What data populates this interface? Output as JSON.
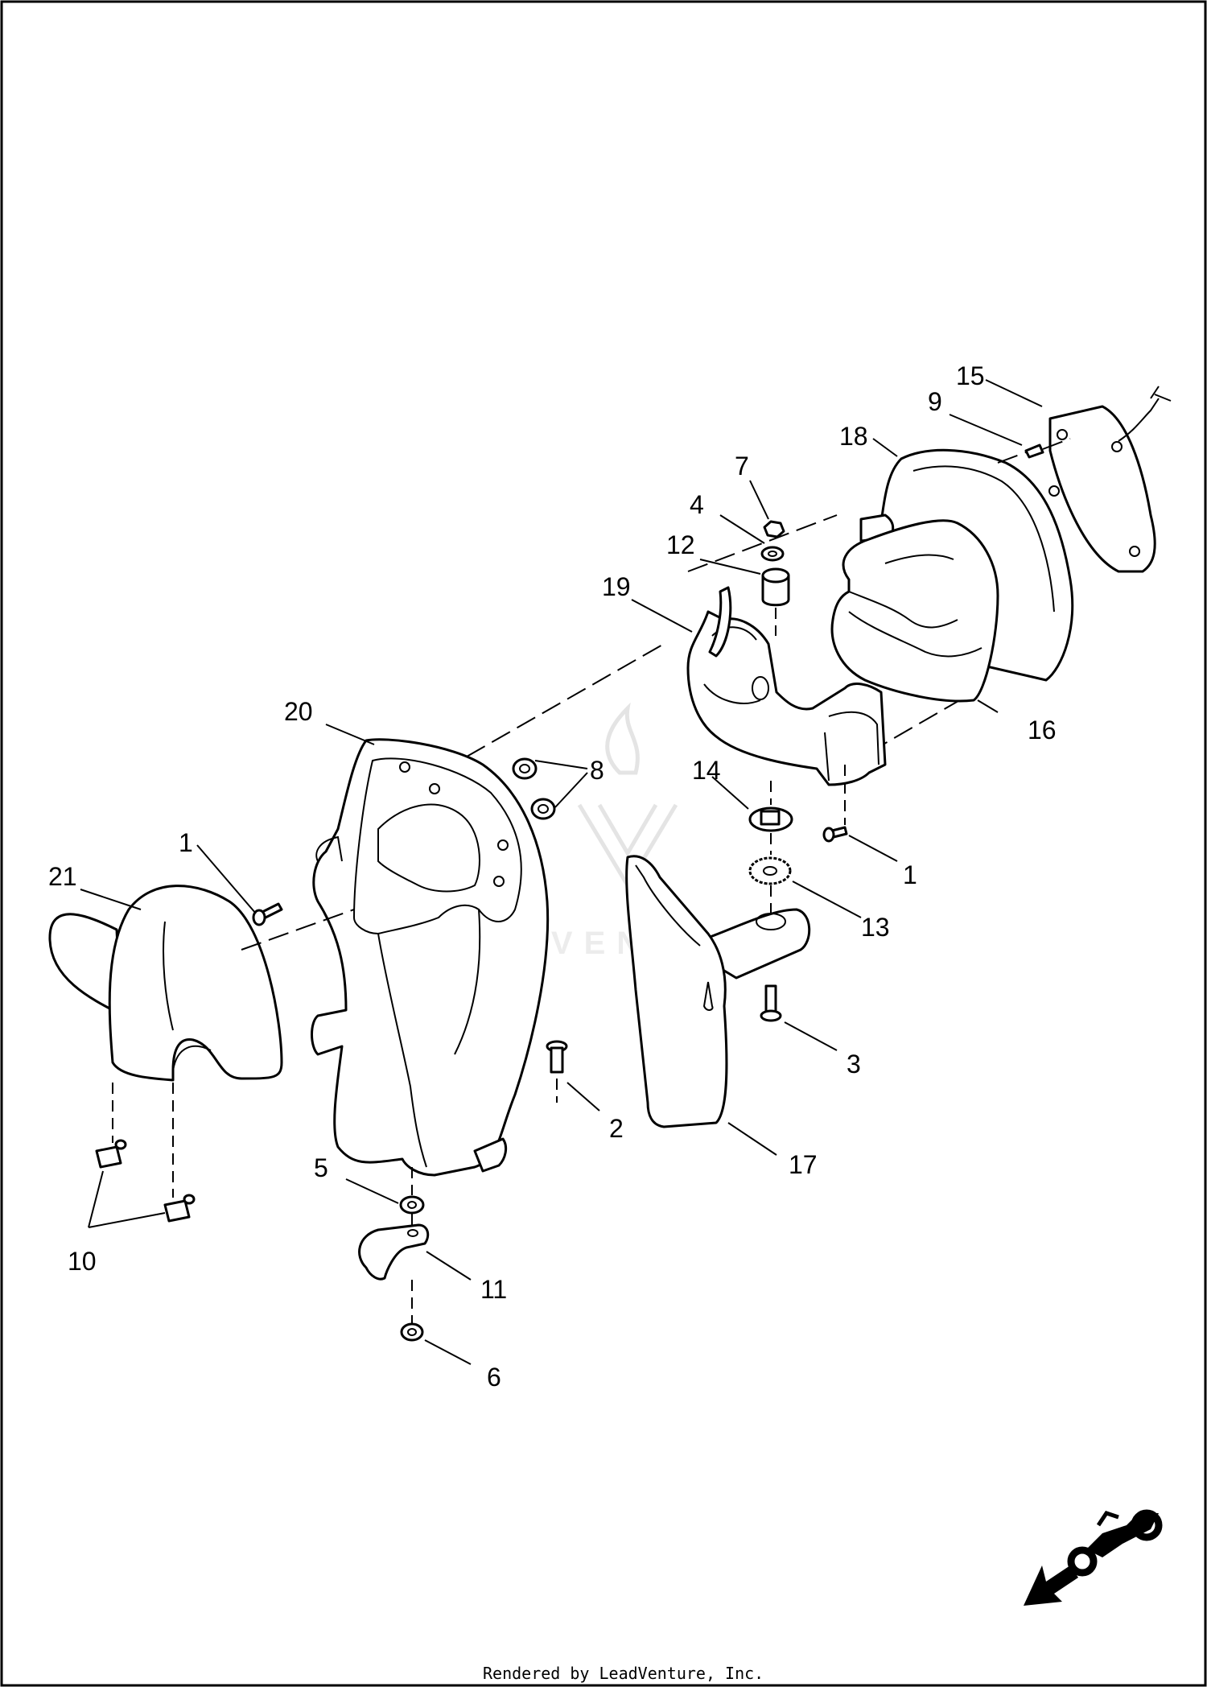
{
  "diagram": {
    "callouts": [
      {
        "id": "c15",
        "text": "15"
      },
      {
        "id": "c9",
        "text": "9"
      },
      {
        "id": "c18",
        "text": "18"
      },
      {
        "id": "c7",
        "text": "7"
      },
      {
        "id": "c4",
        "text": "4"
      },
      {
        "id": "c12",
        "text": "12"
      },
      {
        "id": "c19",
        "text": "19"
      },
      {
        "id": "c20",
        "text": "20"
      },
      {
        "id": "c8",
        "text": "8"
      },
      {
        "id": "c16",
        "text": "16"
      },
      {
        "id": "c14",
        "text": "14"
      },
      {
        "id": "c1a",
        "text": "1"
      },
      {
        "id": "c21",
        "text": "21"
      },
      {
        "id": "c1b",
        "text": "1"
      },
      {
        "id": "c13",
        "text": "13"
      },
      {
        "id": "c3",
        "text": "3"
      },
      {
        "id": "c2",
        "text": "2"
      },
      {
        "id": "c17",
        "text": "17"
      },
      {
        "id": "c5",
        "text": "5"
      },
      {
        "id": "c11",
        "text": "11"
      },
      {
        "id": "c10",
        "text": "10"
      },
      {
        "id": "c6",
        "text": "6"
      }
    ],
    "watermark_text": "LEADVENTURE",
    "credit": "Rendered by LeadVenture, Inc.",
    "direction_icon": "motorcycle-front-arrow-icon"
  }
}
